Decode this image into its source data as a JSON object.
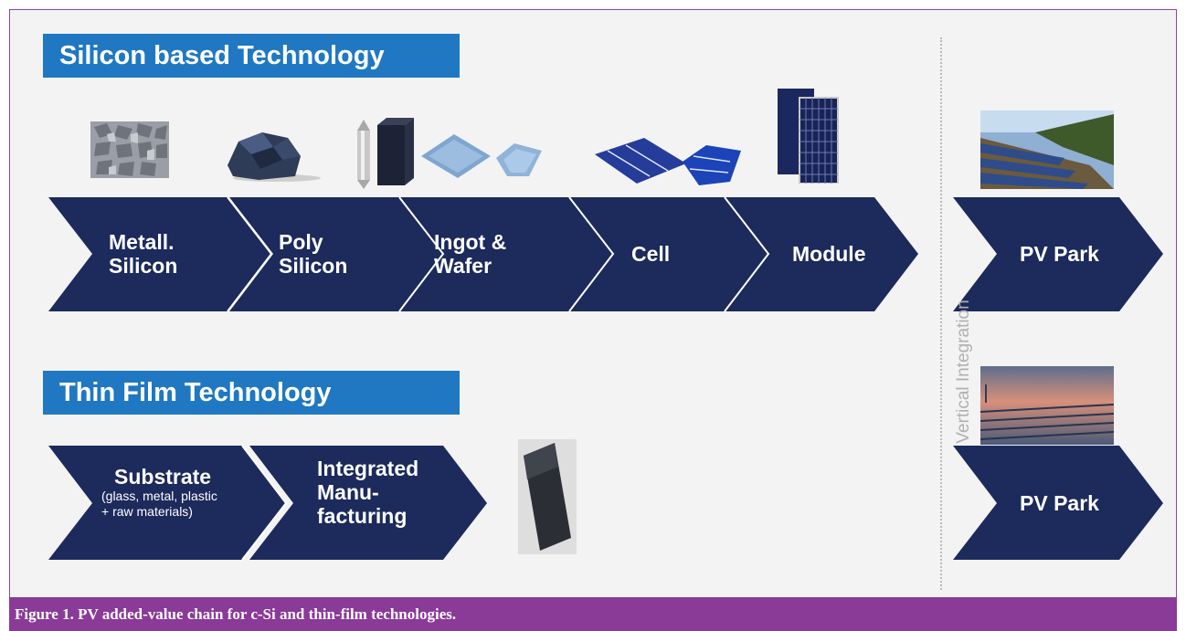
{
  "silicon": {
    "title": "Silicon based Technology",
    "steps": [
      {
        "line1": "Metall.",
        "line2": "Silicon"
      },
      {
        "line1": "Poly",
        "line2": "Silicon"
      },
      {
        "line1": "Ingot &",
        "line2": "Wafer"
      },
      {
        "line1": "Cell",
        "line2": ""
      },
      {
        "line1": "Module",
        "line2": ""
      }
    ],
    "park": "PV Park"
  },
  "thin_film": {
    "title": "Thin Film Technology",
    "substrate_title": "Substrate",
    "substrate_detail": "(glass, metal, plastic\n+ raw materials)",
    "integrated": "Integrated\nManu-\nfacturing",
    "park": "PV Park"
  },
  "divider_label": "Vertical Integration",
  "caption": "Figure 1. PV added-value chain for c-Si and thin-film technologies.",
  "colors": {
    "chevron": "#1c2a5c",
    "banner": "#1f78c1",
    "caption_bar": "#8a3a97",
    "frame_border": "#8a4a9c",
    "background": "#f3f3f3"
  },
  "icons": [
    "metallurgical-silicon-icon",
    "polysilicon-chunk-icon",
    "ingot-and-wafer-icon",
    "solar-cell-icon",
    "solar-module-icon",
    "pv-park-photo",
    "thin-film-module-icon",
    "pv-park-sunset-photo"
  ]
}
